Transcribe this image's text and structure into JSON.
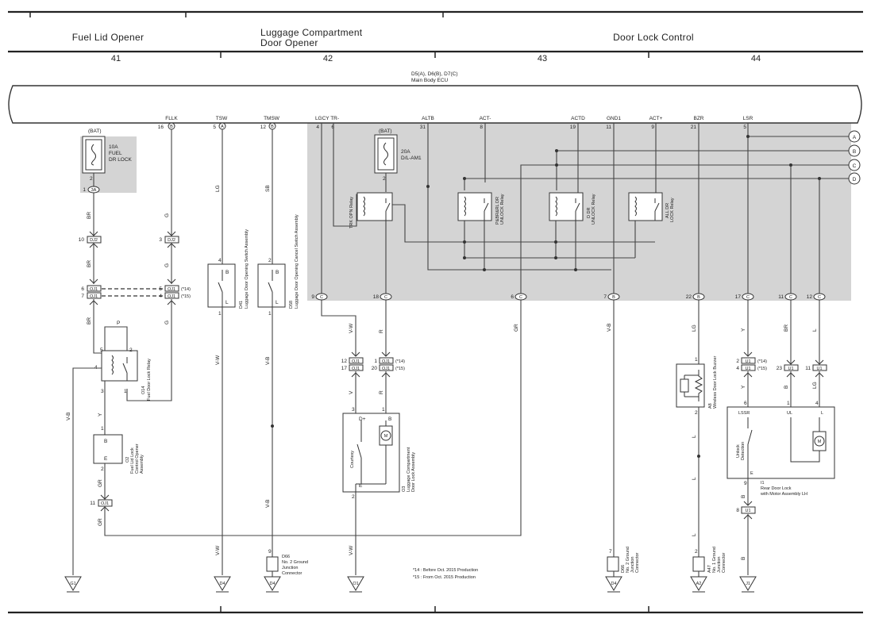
{
  "header": {
    "sections": [
      "Fuel Lid Opener",
      "Luggage Compartment",
      "Door Opener",
      "Door Lock Control"
    ],
    "columns": [
      "41",
      "42",
      "43",
      "44"
    ]
  },
  "ecu": {
    "code": "D5(A), D6(B), D7(C)",
    "name": "Main Body ECU",
    "pins": [
      {
        "name": "FLLK",
        "num": "16",
        "conn": "B"
      },
      {
        "name": "TSW",
        "num": "5",
        "conn": "A"
      },
      {
        "name": "TMSW",
        "num": "12",
        "conn": "B"
      },
      {
        "name": "LGCY TR-",
        "num": "4",
        "conn": ""
      },
      {
        "name": "",
        "num": "6",
        "conn": ""
      },
      {
        "name": "ALTB",
        "num": "31",
        "conn": ""
      },
      {
        "name": "ACT-",
        "num": "8",
        "conn": ""
      },
      {
        "name": "ACTD",
        "num": "19",
        "conn": ""
      },
      {
        "name": "GND1",
        "num": "11",
        "conn": ""
      },
      {
        "name": "ACT+",
        "num": "9",
        "conn": ""
      },
      {
        "name": "BZR",
        "num": "21",
        "conn": ""
      },
      {
        "name": "LSR",
        "num": "5",
        "conn": ""
      }
    ],
    "bottom_pins": [
      {
        "num": "9",
        "conn": "C"
      },
      {
        "num": "18",
        "conn": "C"
      },
      {
        "num": "6",
        "conn": "C"
      },
      {
        "num": "7",
        "conn": "B"
      },
      {
        "num": "22",
        "conn": "B"
      },
      {
        "num": "17",
        "conn": "C"
      },
      {
        "num": "11",
        "conn": "C"
      },
      {
        "num": "12",
        "conn": "C"
      }
    ],
    "relays": [
      "TRK OPN Relay",
      "P&BR&RL DR",
      "UNLOCK Relay",
      "D DR",
      "UNLOCK Relay",
      "ALL DR",
      "LOCK Relay"
    ]
  },
  "refs": [
    "A",
    "B",
    "C",
    "D"
  ],
  "fuses": [
    {
      "source": "(BAT)",
      "rating": "10A",
      "name1": "FUEL",
      "name2": "DR LOCK",
      "pin": "2",
      "conn_pin": "1",
      "conn": "3A"
    },
    {
      "source": "(BAT)",
      "rating": "20A",
      "name1": "D/L-AM1",
      "pin": "2"
    }
  ],
  "wires": {
    "BR": "BR",
    "G": "G",
    "LG": "LG",
    "SB": "SB",
    "VB": "V-B",
    "VW": "V-W",
    "V": "V",
    "R": "R",
    "GR": "GR",
    "Y": "Y",
    "L": "L",
    "B": "B"
  },
  "connectors": {
    "DJ2": "DJ2",
    "OJ1": "OJ1",
    "U1": "U1",
    "pins_dj2_left": "10",
    "pins_dj2_right": "3",
    "oj1_left_top": "6",
    "oj1_left_bot": "7",
    "oj1_right_top": "5",
    "oj1_right_bot": "4",
    "note14": "(*14)",
    "note15": "(*15)",
    "oj1_mid_top_l": "12",
    "oj1_mid_bot_l": "17",
    "oj1_mid_top_r": "1",
    "oj1_mid_bot_r": "20",
    "oj1_gr": "11",
    "u1_a_top": "2",
    "u1_a_bot": "4",
    "u1_b": "23",
    "u1_c": "11",
    "u1_bot": "8"
  },
  "components": {
    "o14": {
      "code": "O14",
      "name": "Fuel Door Lock Relay",
      "p5": "5",
      "p2": "2",
      "p4": "4",
      "p3": "3",
      "p1": "1",
      "p": "P"
    },
    "o2": {
      "code": "O2",
      "name1": "Fuel Lid Lock",
      "name2": "Control Opener",
      "name3": "Assembly",
      "pB": "B",
      "pE": "E",
      "p1": "1",
      "p2": "2"
    },
    "d41": {
      "code": "D41",
      "name": "Luggage Door Opening Switch Assembly",
      "p4": "4",
      "p1": "1",
      "B": "B",
      "L": "L"
    },
    "d58": {
      "code": "D58",
      "name": "Luggage Door Opening Cancel Switch Assembly",
      "p2": "2",
      "p1": "1",
      "B": "B",
      "L": "L"
    },
    "o3": {
      "code": "O3",
      "name1": "Luggage Compartment",
      "name2": "Door Lock Assembly",
      "p3": "3",
      "p1": "1",
      "p2": "2",
      "dplus": "D+",
      "b": "B",
      "e": "E",
      "courtesy": "Courtesy"
    },
    "a8": {
      "code": "A8",
      "name": "Wireless Door Lock Buzzer",
      "p1": "1",
      "p2": "2"
    },
    "i1": {
      "code": "I1",
      "name1": "Rear Door Lock",
      "name2": "with Motor Assembly LH",
      "lssr": "LSSR",
      "ul": "UL",
      "l": "L",
      "e": "E",
      "unlock": "Unlock",
      "detection": "Detection",
      "p6": "6",
      "p1": "1",
      "p4": "4",
      "p9": "9"
    }
  },
  "junctions": {
    "d66a": {
      "code": "D66",
      "name1": "No. 2 Ground",
      "name2": "Junction",
      "name3": "Connector",
      "pin": "9"
    },
    "d66b": {
      "code": "D66",
      "name1": "No. 2 Ground",
      "name2": "Junction",
      "name3": "Connector",
      "pin": "7"
    },
    "a47": {
      "code": "A47",
      "name1": "No. 1 Ground",
      "name2": "Junction",
      "name3": "Connector",
      "pin": "2"
    }
  },
  "grounds": [
    "G1",
    "D4",
    "D4",
    "O1",
    "D4",
    "A2",
    "J1"
  ],
  "notes": [
    "*14 : Before Oct. 2015 Production",
    "*15 : From Oct. 2015 Production"
  ],
  "misc": {
    "B": "B",
    "E": "E",
    "M": "M"
  }
}
